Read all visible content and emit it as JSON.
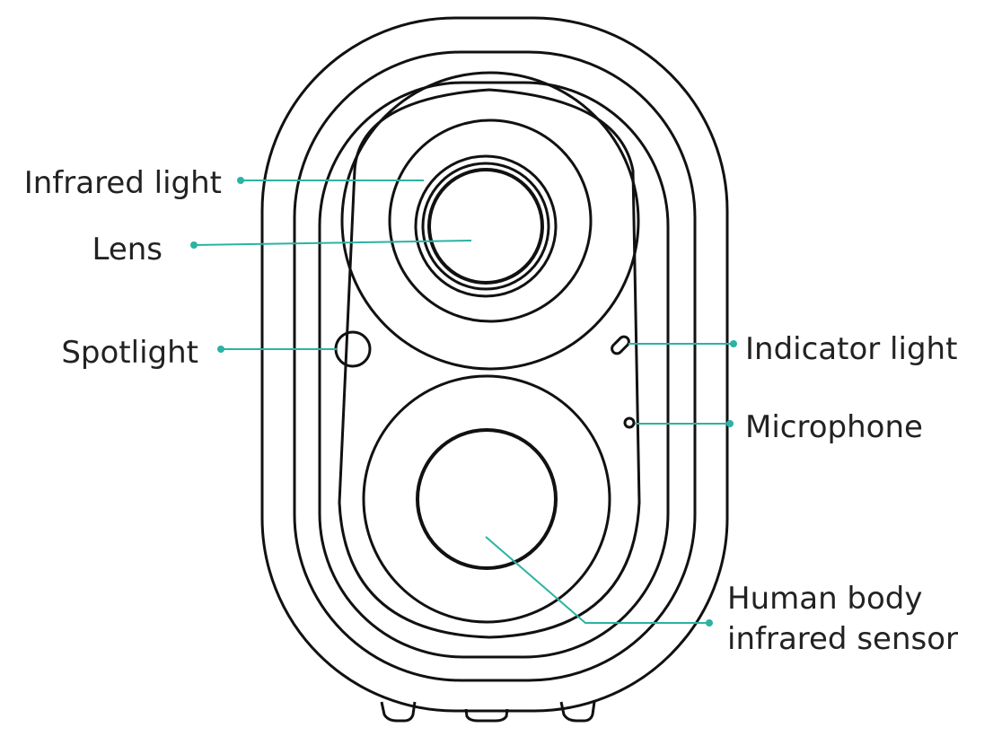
{
  "colors": {
    "outline": "#111111",
    "leader": "#2bb3a3",
    "label_text": "#222222"
  },
  "labels": {
    "infrared_light": "Infrared light",
    "lens": "Lens",
    "spotlight": "Spotlight",
    "indicator_light": "Indicator light",
    "microphone": "Microphone",
    "human_body_sensor_line1": "Human body",
    "human_body_sensor_line2": "infrared sensor"
  }
}
